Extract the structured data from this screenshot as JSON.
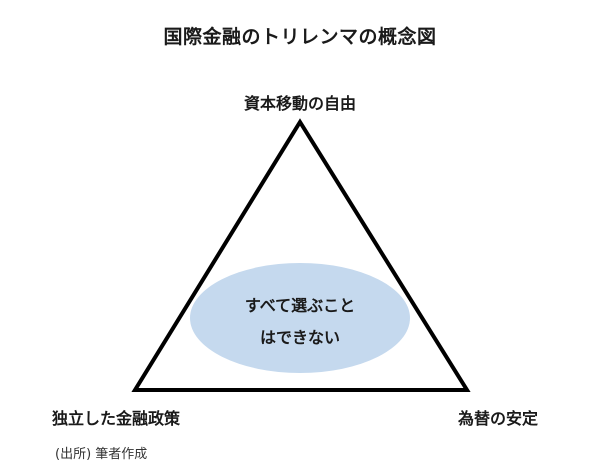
{
  "title": "国際金融のトリレンマの概念図",
  "vertices": {
    "top": "資本移動の自由",
    "bottom_left": "独立した金融政策",
    "bottom_right": "為替の安定"
  },
  "center": {
    "line1": "すべて選ぶこと",
    "line2": "はできない"
  },
  "source": "(出所) 筆者作成",
  "colors": {
    "ellipse_fill": "#c5d9ee",
    "triangle_stroke": "#000000"
  }
}
